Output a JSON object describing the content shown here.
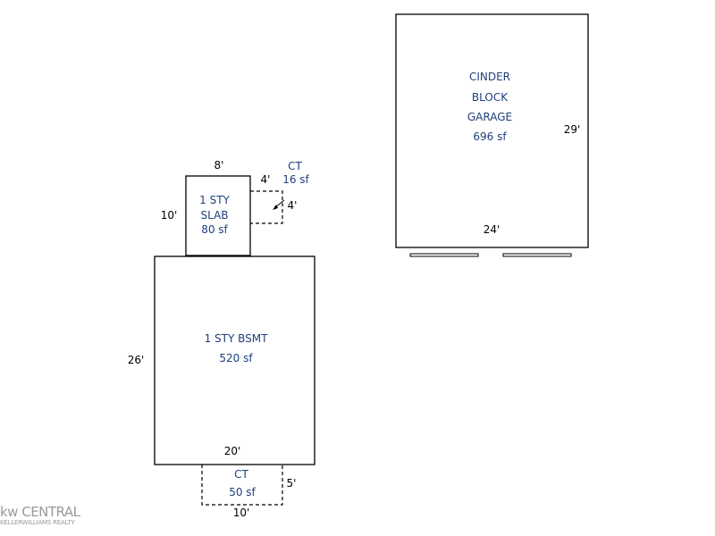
{
  "garage": {
    "label_lines": [
      "CINDER",
      "BLOCK",
      "GARAGE",
      "696 sf"
    ],
    "dim_right": "29'",
    "dim_bottom": "24'"
  },
  "slab": {
    "label_lines": [
      "1 STY",
      "SLAB",
      "80 sf"
    ],
    "dim_top": "8'",
    "dim_left": "10'"
  },
  "porch_small": {
    "label_lines": [
      "CT",
      "16 sf"
    ],
    "dim_top": "4'",
    "dim_right": "4'"
  },
  "basement": {
    "label_lines": [
      "1 STY BSMT",
      "520 sf"
    ],
    "dim_left": "26'",
    "dim_bottom": "20'"
  },
  "porch_bottom": {
    "label_lines": [
      "CT",
      "50 sf"
    ],
    "dim_right": "5'",
    "dim_bottom": "10'"
  },
  "watermark": {
    "main": "kw CENTRAL",
    "sub": "KELLERWILLIAMS REALTY"
  },
  "colors": {
    "label_blue": "#1f3f7a",
    "wall_black": "#000000",
    "watermark_gray": "#9a9a9a"
  }
}
